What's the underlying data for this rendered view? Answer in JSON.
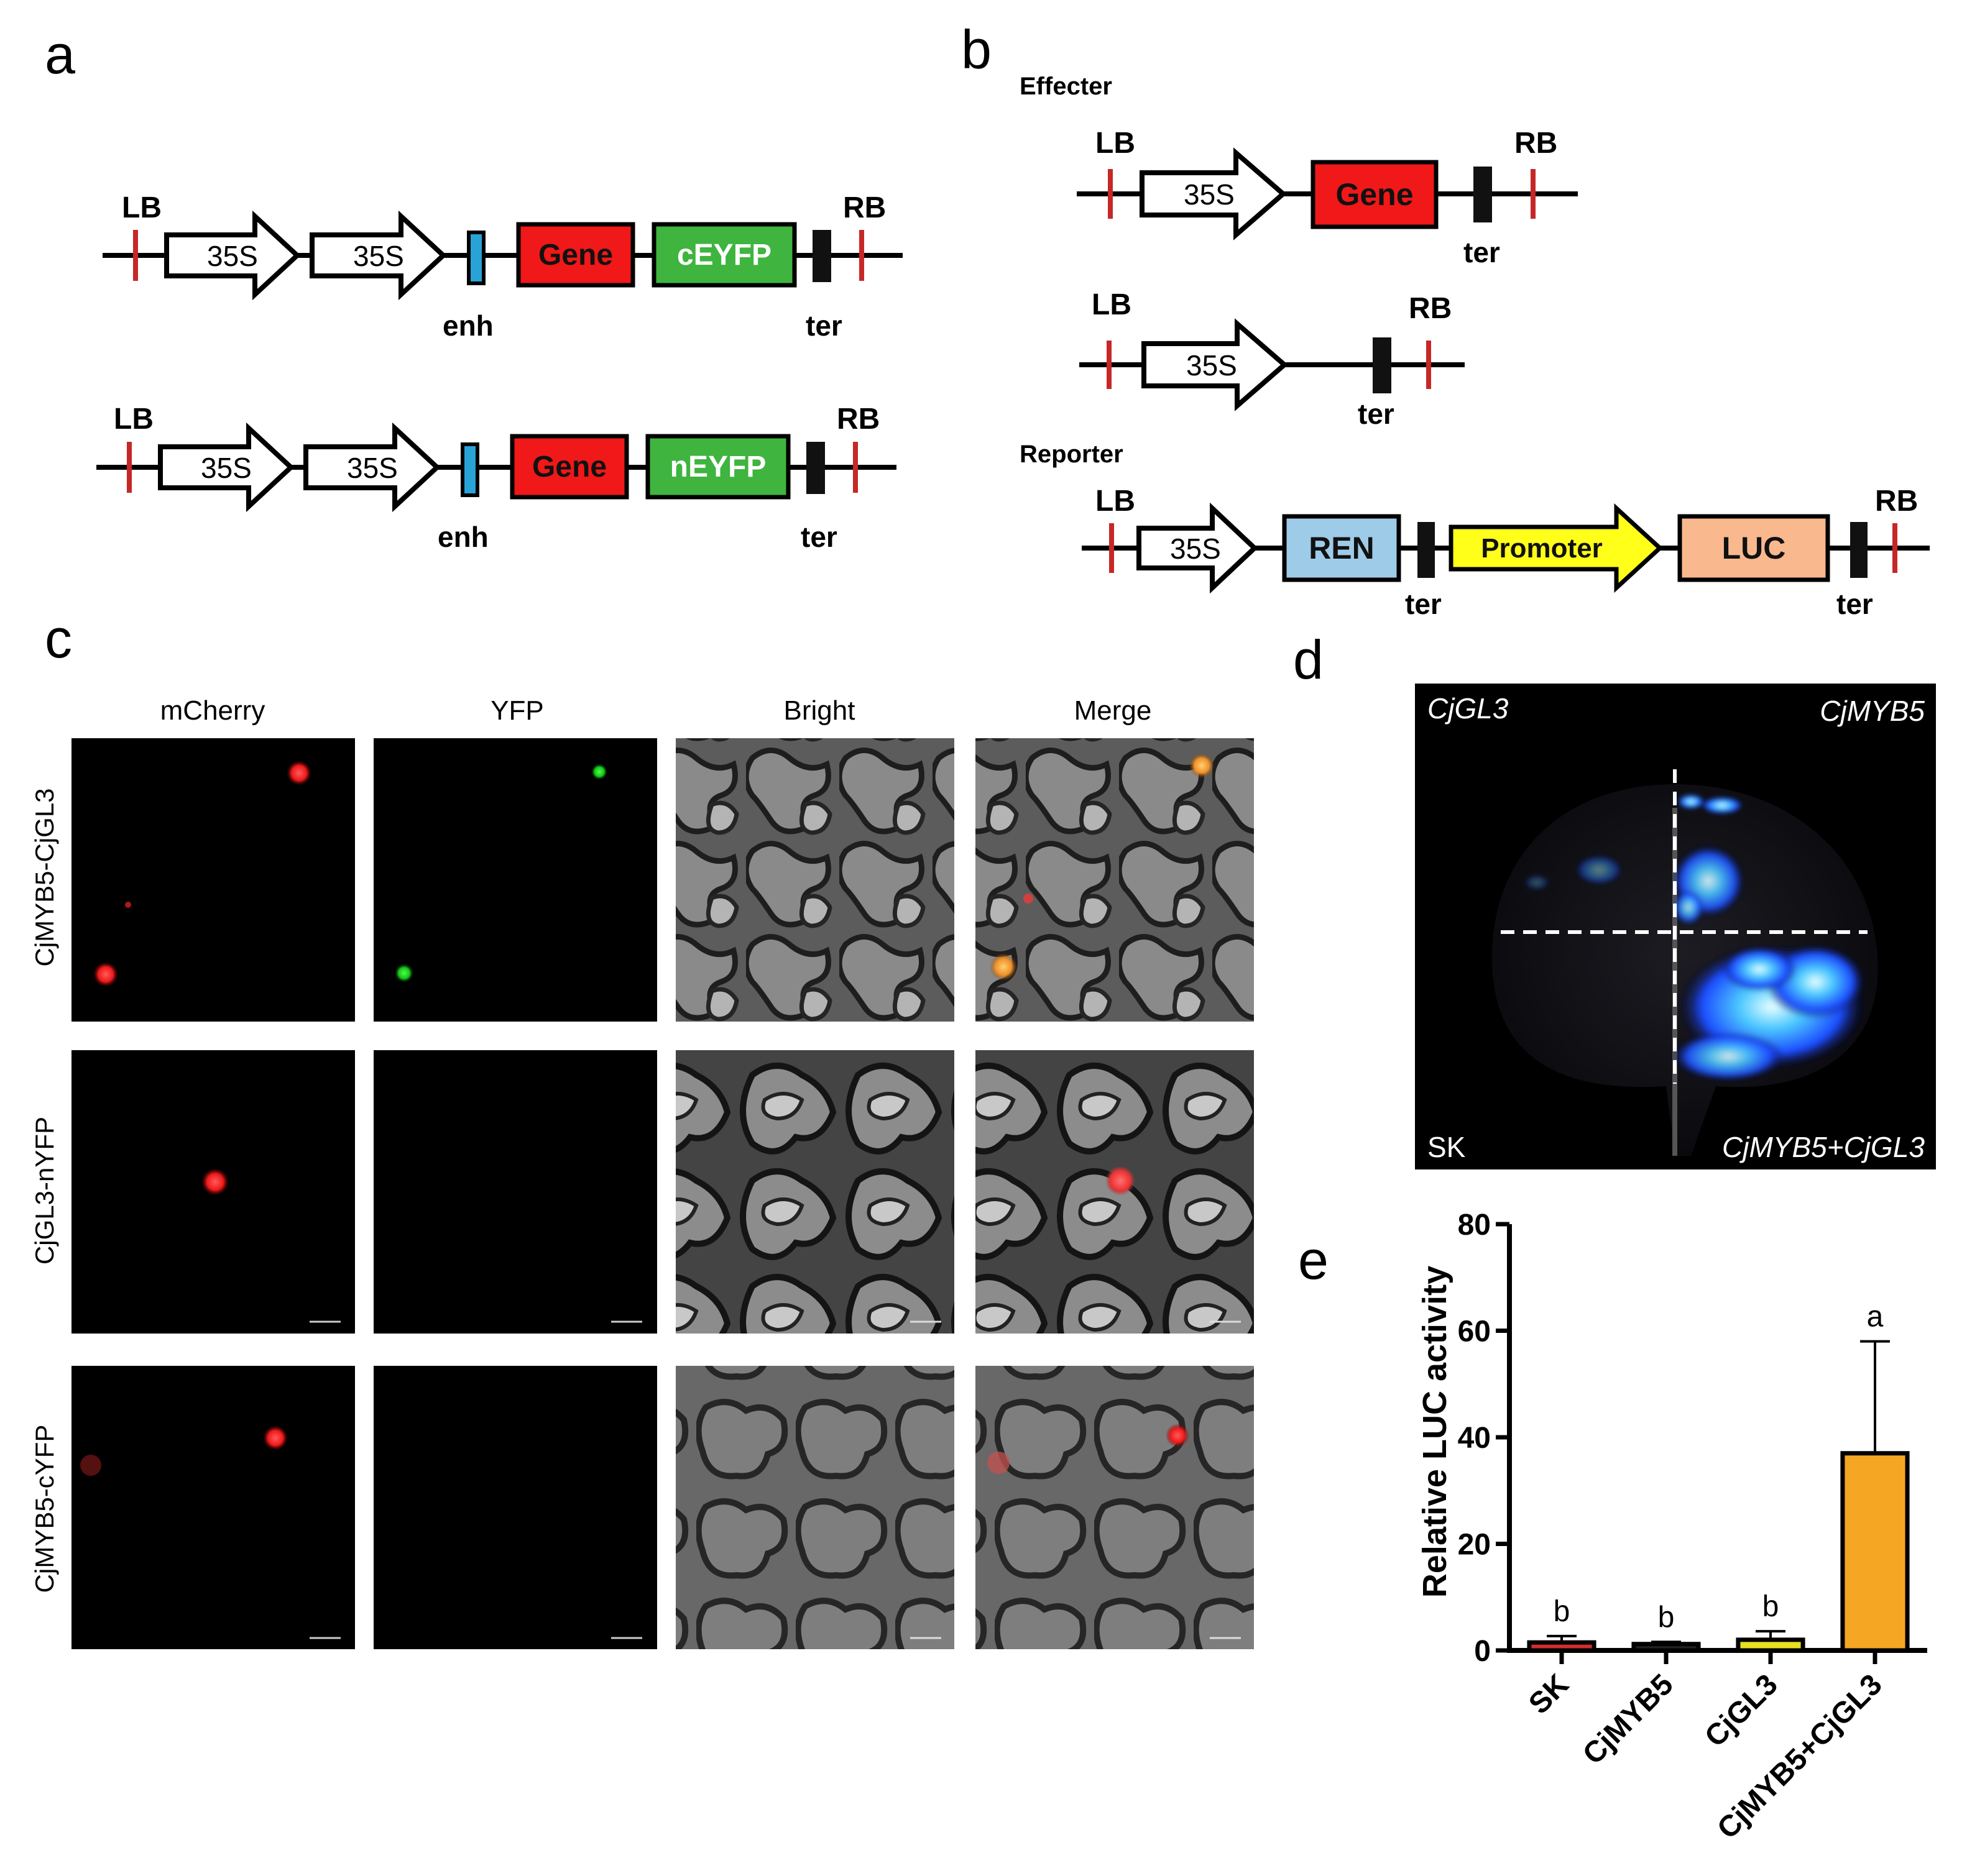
{
  "panels": {
    "a": "a",
    "b": "b",
    "c": "c",
    "d": "d",
    "e": "e"
  },
  "panel_a": {
    "constructs": [
      {
        "lb": "LB",
        "promoters": [
          "35S",
          "35S"
        ],
        "enh": "enh",
        "gene": "Gene",
        "tag": "cEYFP",
        "ter": "ter",
        "rb": "RB"
      },
      {
        "lb": "LB",
        "promoters": [
          "35S",
          "35S"
        ],
        "enh": "enh",
        "gene": "Gene",
        "tag": "nEYFP",
        "ter": "ter",
        "rb": "RB"
      }
    ]
  },
  "panel_b": {
    "effecter_heading": "Effecter",
    "effecter": [
      {
        "lb": "LB",
        "promoter": "35S",
        "gene": "Gene",
        "ter": "ter",
        "rb": "RB"
      },
      {
        "lb": "LB",
        "promoter": "35S",
        "ter": "ter",
        "rb": "RB"
      }
    ],
    "reporter_heading": "Reporter",
    "reporter": {
      "lb": "LB",
      "promoter": "35S",
      "ren": "REN",
      "ter_1": "ter",
      "target_promoter": "Promoter",
      "luc": "LUC",
      "ter_2": "ter",
      "rb": "RB"
    }
  },
  "panel_c": {
    "columns": [
      "mCherry",
      "YFP",
      "Bright",
      "Merge"
    ],
    "rows": [
      "CjMYB5-CjGL3",
      "CjGL3-nYFP",
      "CjMYB5-cYFP"
    ]
  },
  "panel_d": {
    "quadrants": {
      "top_left": "CjGL3",
      "top_right": "CjMYB5",
      "bottom_left": "SK",
      "bottom_right": "CjMYB5+CjGL3"
    }
  },
  "chart_data": {
    "type": "bar",
    "categories": [
      "SK",
      "CjMYB5",
      "CjGL3",
      "CjMYB5+CjGL3"
    ],
    "values": [
      1.5,
      1.2,
      2.0,
      37.0
    ],
    "error_upper": [
      1.2,
      0.4,
      1.6,
      21.0
    ],
    "significance": [
      "b",
      "b",
      "b",
      "a"
    ],
    "colors": [
      "#d32f2f",
      "#222222",
      "#e8e020",
      "#f5a623"
    ],
    "ylabel": "Relative LUC activity",
    "ylim": [
      0,
      80
    ],
    "yticks": [
      0,
      20,
      40,
      60,
      80
    ],
    "grid": false
  }
}
